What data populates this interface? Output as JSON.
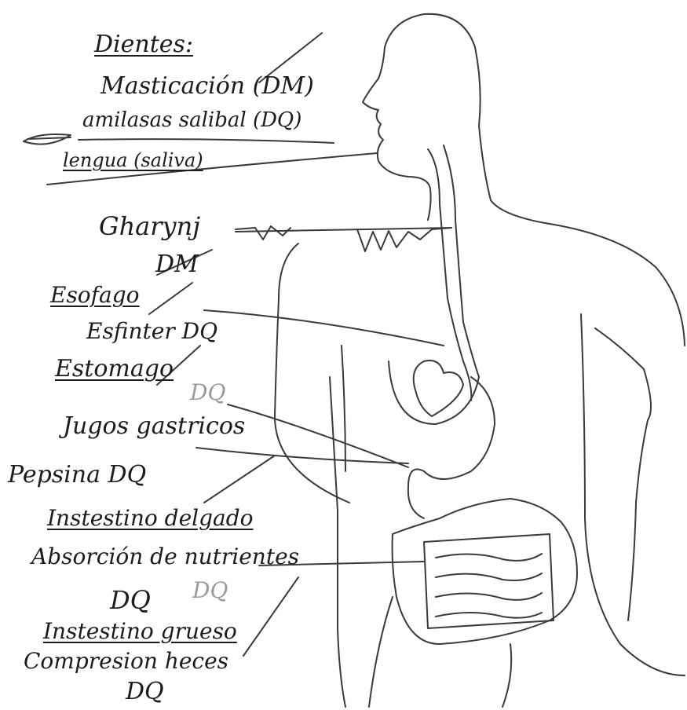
{
  "labels": {
    "dientes": "Dientes:",
    "masticacion": "Masticación (DM)",
    "amilasas": "amilasas salibal (DQ)",
    "lengua": "lengua (saliva)",
    "faringe": "Gharynj",
    "faringe_dm": "DM",
    "esofago": "Esofago",
    "esfinter": "Esfinter DQ",
    "estomago": "Estomago",
    "dq_marker_upper": "DQ",
    "jugos": "Jugos gastricos",
    "pepsina": "Pepsina DQ",
    "intestino_delgado": "Instestino delgado",
    "absorcion": "Absorción de nutrientes",
    "dq_left": "DQ",
    "dq_marker_lower": "DQ",
    "intestino_grueso": "Instestino grueso",
    "compresion": "Compresion heces",
    "dq_bottom": "DQ"
  }
}
